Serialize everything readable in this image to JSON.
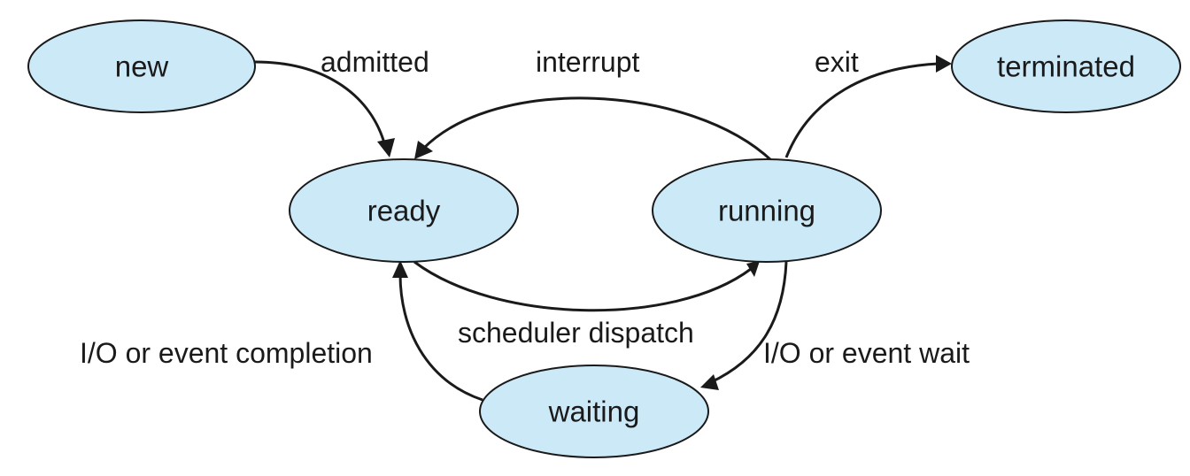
{
  "colors": {
    "state_fill": "#cce9f8",
    "line": "#1a1a1a",
    "background": "#ffffff"
  },
  "states": {
    "new": "new",
    "ready": "ready",
    "running": "running",
    "waiting": "waiting",
    "terminated": "terminated"
  },
  "transitions": {
    "admitted": "admitted",
    "interrupt": "interrupt",
    "exit": "exit",
    "scheduler_dispatch": "scheduler dispatch",
    "io_event_completion": "I/O or event completion",
    "io_event_wait": "I/O or event wait"
  }
}
